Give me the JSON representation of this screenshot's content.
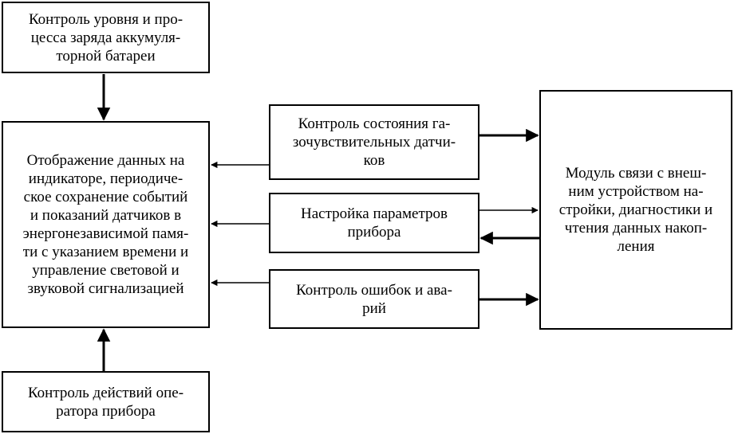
{
  "blocks": {
    "battery": "Контроль уровня и про-\nцесса заряда аккумуля-\nторной батареи",
    "display": "Отображение данных на\nиндикаторе, периодиче-\nское сохранение событий\nи показаний датчиков в\nэнергонезависимой памя-\nти с указанием времени и\nуправление световой и\nзвуковой сигнализацией",
    "operator": "Контроль действий опе-\nратора прибора",
    "gas_sensors": "Контроль состояния га-\nзочувствительных датчи-\nков",
    "settings": "Настройка параметров\nприбора",
    "errors": "Контроль ошибок и ава-\nрий",
    "comm_module": "Модуль связи с внеш-\nним устройством на-\nстройки, диагностики и\nчтения данных накоп-\nления"
  },
  "colors": {
    "line": "#000000",
    "background": "#ffffff"
  }
}
